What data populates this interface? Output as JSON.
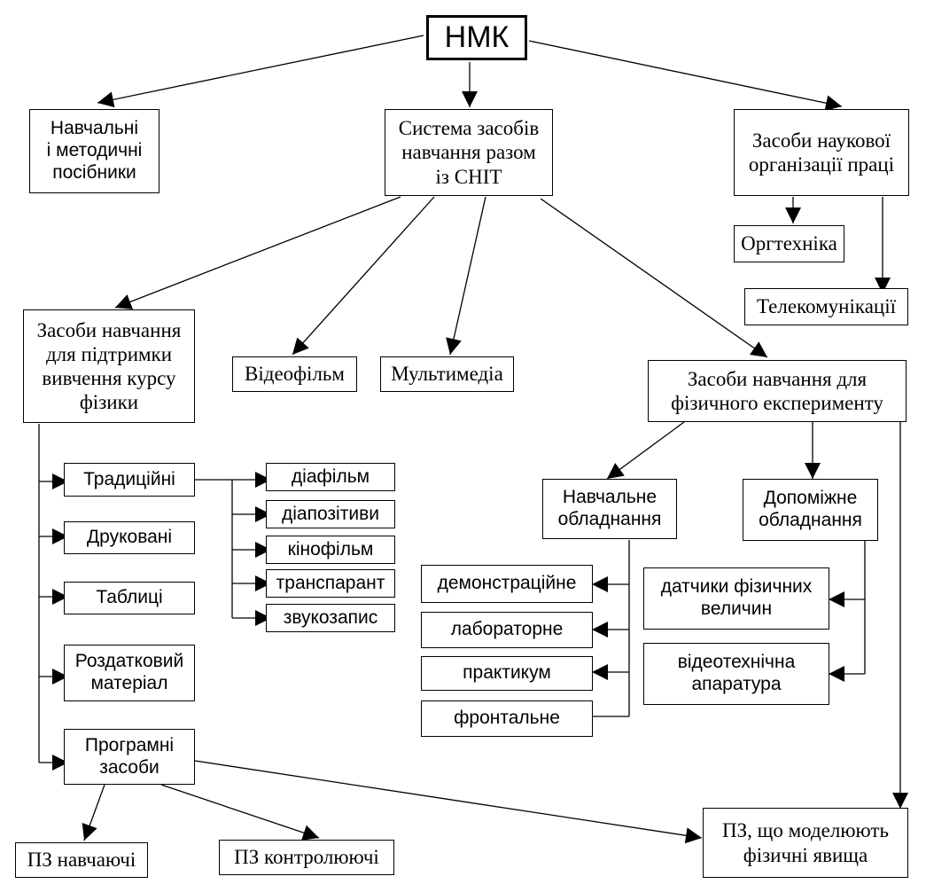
{
  "nodes": {
    "root": "НМК",
    "manuals": "Навчальні\nі методичні\nпосібники",
    "system": "Система засобів\nнавчання разом\nіз СНІТ",
    "sci_org": "Засоби наукової\nорганізації праці",
    "orgtech": "Оргтехніка",
    "telecom": "Телекомунікації",
    "support": "Засоби навчання\nдля підтримки\nвивчення курсу\nфізики",
    "video": "Відеофільм",
    "multimedia": "Мультимедіа",
    "phys_exp": "Засоби навчання для\nфізичного експерименту",
    "traditional": "Традиційні",
    "printed": "Друковані",
    "tables": "Таблиці",
    "handout": "Роздатковий\nматеріал",
    "software": "Програмні\nзасоби",
    "filmstrip": "діафільм",
    "slides": "діапозітиви",
    "film": "кінофільм",
    "transparency": "транспарант",
    "audio": "звукозапис",
    "edu_equip": "Навчальне\nобладнання",
    "aux_equip": "Допоміжне\nобладнання",
    "demo": "демонстраційне",
    "lab": "лабораторне",
    "practicum": "практикум",
    "frontal": "фронтальне",
    "sensors": "датчики фізичних\nвеличин",
    "videotech": "відеотехнічна\nапаратура",
    "sw_teach": "ПЗ навчаючі",
    "sw_control": "ПЗ контролюючі",
    "sw_model": "ПЗ, що моделюють\nфізичні явища"
  }
}
